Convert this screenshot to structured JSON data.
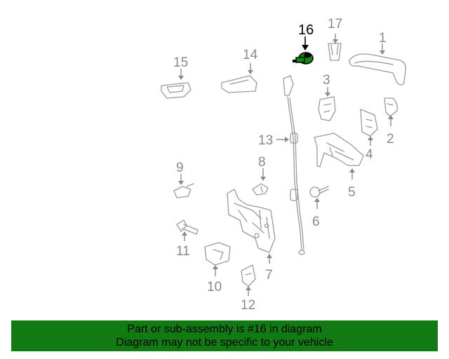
{
  "diagram": {
    "highlighted_part": "16",
    "callouts": [
      "1",
      "2",
      "3",
      "4",
      "5",
      "6",
      "7",
      "8",
      "9",
      "10",
      "11",
      "12",
      "13",
      "14",
      "15",
      "16",
      "17"
    ]
  },
  "banner": {
    "line1": "Part or sub-assembly is #16 in diagram",
    "line2": "Diagram may not be specific to your vehicle",
    "color": "#127a12"
  }
}
